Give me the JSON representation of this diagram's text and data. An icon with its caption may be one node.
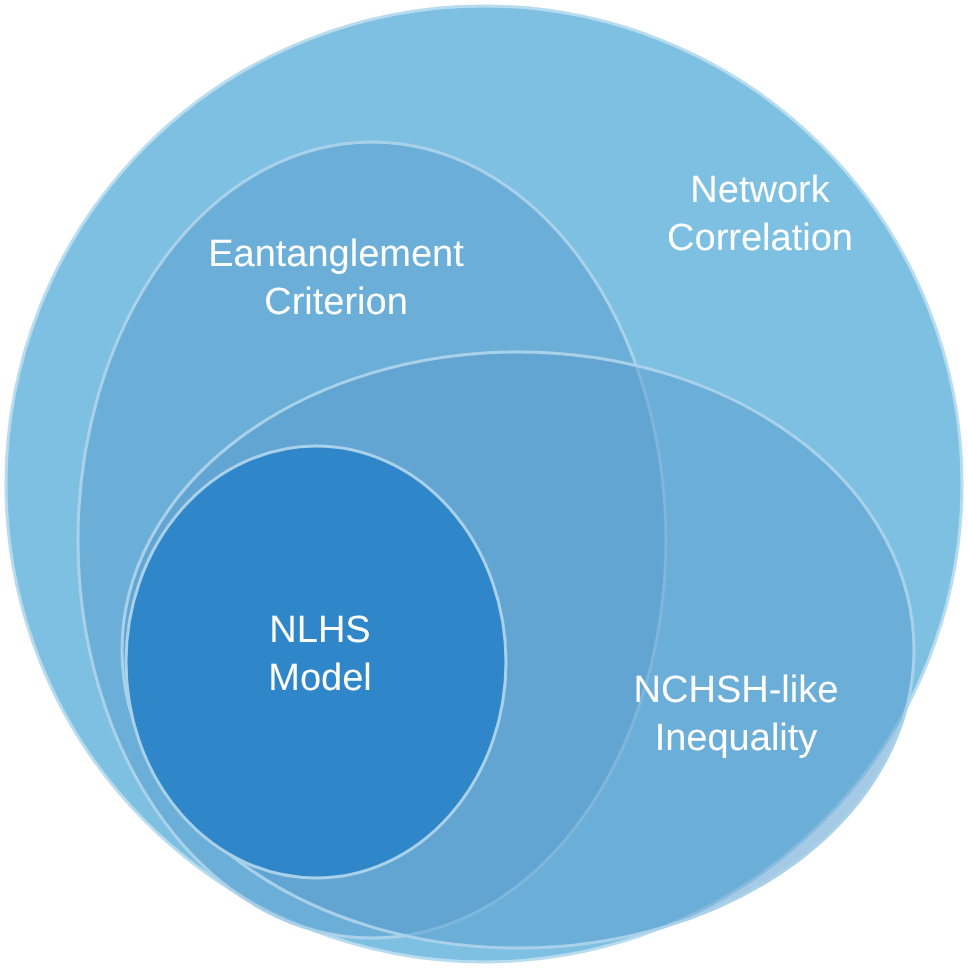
{
  "diagram": {
    "nodes": [
      {
        "text": [
          "Network Correlation"
        ]
      },
      {
        "text": [
          "Eantanglement Criterion"
        ],
        "in": 0
      },
      {
        "text": [
          "NCHSH-like Inequality"
        ],
        "in": 0
      },
      {
        "text": [
          "NLHS Model"
        ]
      }
    ]
  }
}
